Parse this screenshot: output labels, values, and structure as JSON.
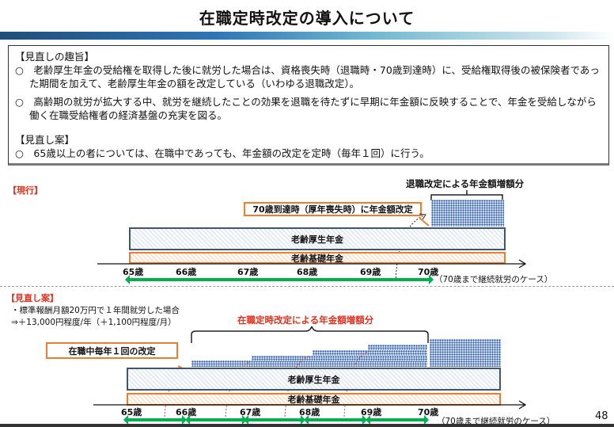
{
  "title": "在職定時改定の導入について",
  "summary": {
    "heading1": "【見直しの趣旨】",
    "bullet1": "○　老齢厚生年金の受給権を取得した後に就労した場合は、資格喪失時（退職時・70歳到達時）に、受給権取得後の被保険者であった期間を加えて、老齢厚生年金の額を改定している（いわゆる退職改定）。",
    "bullet2": "○　高齢期の就労が拡大する中、就労を継続したことの効果を退職を待たずに早期に年金額に反映することで、年金を受給しながら働く在職受給権者の経済基盤の充実を図る。",
    "heading2": "【見直し案】",
    "bullet3": "○　65歳以上の者については、在職中であっても、年金額の改定を定時（毎年１回）に行う。"
  },
  "current": {
    "label": "【現行】",
    "increase_label": "退職改定による年金額増額分",
    "callout": "70歳到達時（厚年喪失時）に年金額改定",
    "kousei": "老齢厚生年金",
    "kiso": "老齢基礎年金",
    "ages": [
      "65歳",
      "66歳",
      "67歳",
      "68歳",
      "69歳",
      "70歳"
    ],
    "case": "（70歳まで継続就労のケース）"
  },
  "proposal": {
    "label": "【見直し案】",
    "note1": "・標準報酬月額20万円で１年間就労した場合",
    "note2": "⇒＋13,000円程度/年（＋1,100円程度/月）",
    "increase_label": "在職定時改定による年金額増額分",
    "callout": "在職中毎年１回の改定",
    "kousei": "老齢厚生年金",
    "kiso": "老齢基礎年金",
    "ages": [
      "65歳",
      "66歳",
      "67歳",
      "68歳",
      "69歳",
      "70歳"
    ],
    "case": "（70歳まで継続就労のケース）"
  },
  "page_number": "48"
}
